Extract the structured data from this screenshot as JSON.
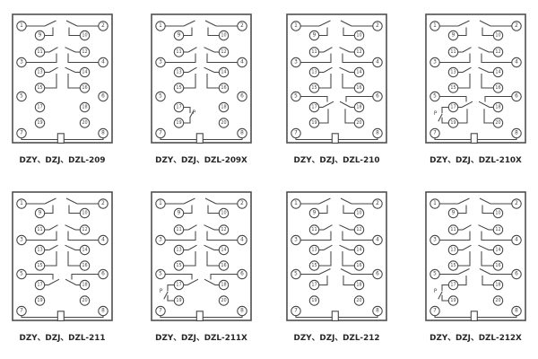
{
  "diagram_style": {
    "line_color": "#454545",
    "border_color": "#4f4f4f",
    "label_color": "#262626",
    "background": "#ffffff"
  },
  "terminal_numbers": [
    "1",
    "2",
    "9",
    "10",
    "11",
    "12",
    "3",
    "4",
    "13",
    "14",
    "15",
    "16",
    "5",
    "6",
    "17",
    "18",
    "19",
    "20",
    "7",
    "8"
  ],
  "p_label": "P",
  "panels": [
    {
      "model": "DZL-209",
      "label": "DZY、DZJ、DZL-209",
      "row4": "none",
      "p_contact": "none"
    },
    {
      "model": "DZL-209X",
      "label": "DZY、DZJ、DZL-209X",
      "row4": "none",
      "p_contact": "right"
    },
    {
      "model": "DZL-210",
      "label": "DZY、DZJ、DZL-210",
      "row4": "nc_no",
      "p_contact": "none"
    },
    {
      "model": "DZL-210X",
      "label": "DZY、DZJ、DZL-210X",
      "row4": "nc_no",
      "p_contact": "left"
    },
    {
      "model": "DZL-211",
      "label": "DZY、DZJ、DZL-211",
      "row4": "nc",
      "p_contact": "none"
    },
    {
      "model": "DZL-211X",
      "label": "DZY、DZJ、DZL-211X",
      "row4": "nc",
      "p_contact": "left"
    },
    {
      "model": "DZL-212",
      "label": "DZY、DZJ、DZL-212",
      "row4": "no",
      "p_contact": "none"
    },
    {
      "model": "DZL-212X",
      "label": "DZY、DZJ、DZL-212X",
      "row4": "no",
      "p_contact": "left"
    }
  ]
}
